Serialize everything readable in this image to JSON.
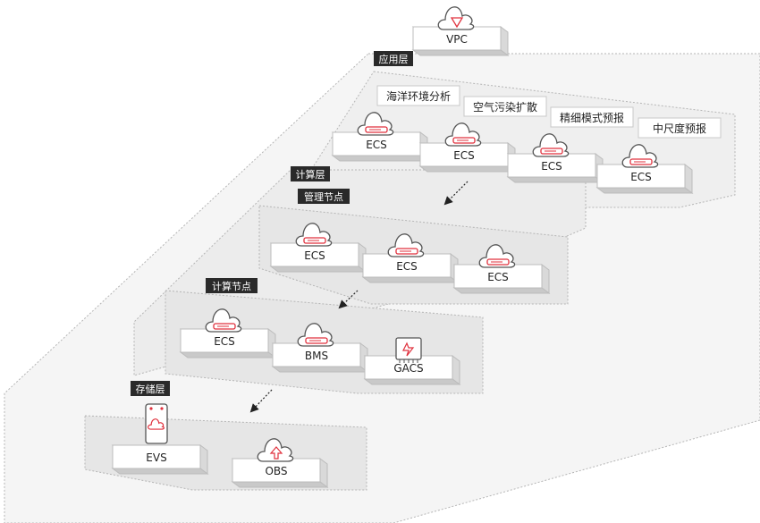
{
  "vpc": {
    "label": "VPC"
  },
  "app_layer": {
    "title": "应用层",
    "apps": [
      "海洋环境分析",
      "空气污染扩散",
      "精细模式预报",
      "中尺度预报"
    ],
    "nodes": [
      "ECS",
      "ECS",
      "ECS",
      "ECS"
    ]
  },
  "compute_layer": {
    "title": "计算层",
    "management": {
      "title": "管理节点",
      "nodes": [
        "ECS",
        "ECS",
        "ECS"
      ]
    },
    "compute": {
      "title": "计算节点",
      "nodes": [
        "ECS",
        "BMS",
        "GACS"
      ]
    }
  },
  "storage_layer": {
    "title": "存储层",
    "nodes": [
      "EVS",
      "OBS"
    ]
  },
  "colors": {
    "accent": "#e0313d",
    "frame": "#a9a9a9",
    "label_bg": "#2a2a2a"
  }
}
